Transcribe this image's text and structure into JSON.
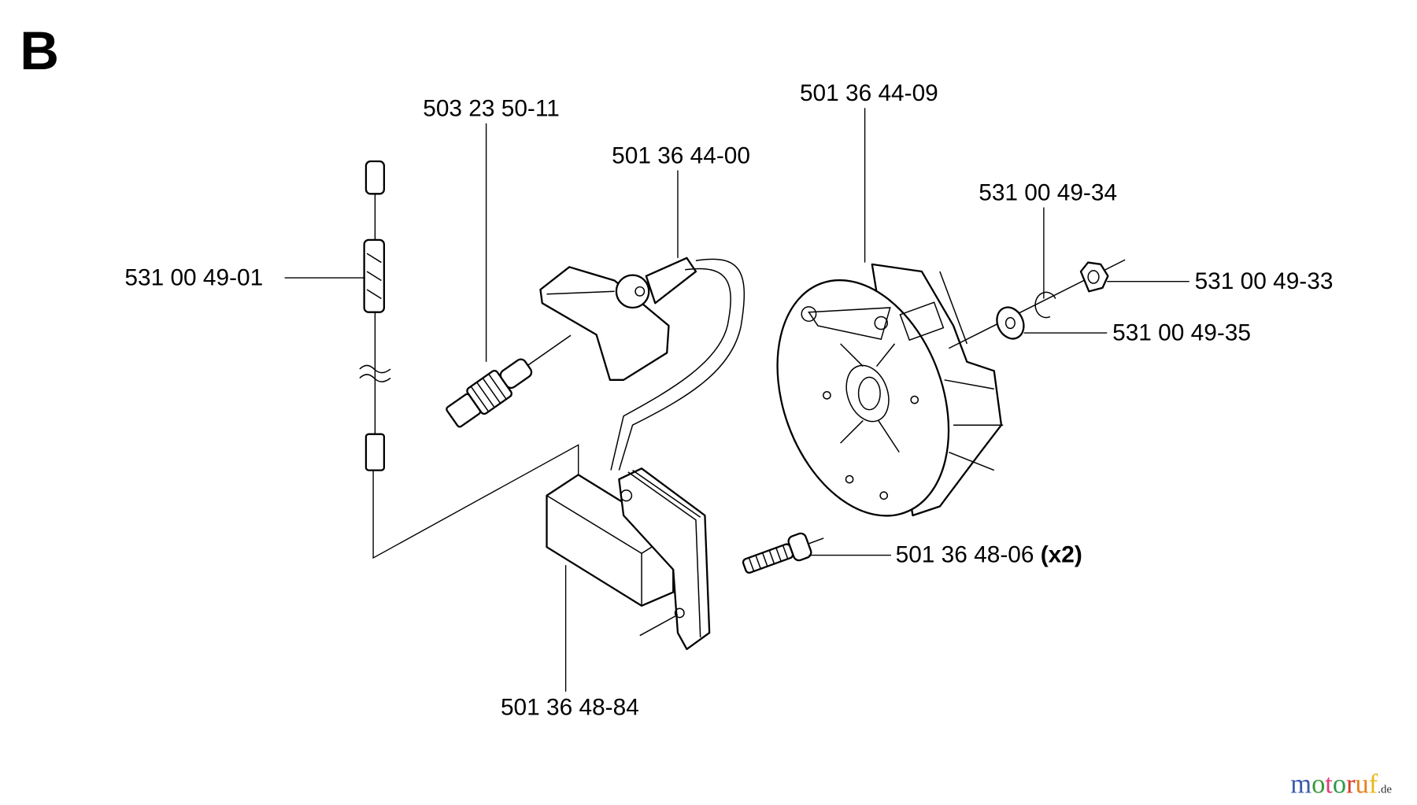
{
  "section_letter": "B",
  "parts": [
    {
      "number": "503 23 50-11",
      "name": "spark-plug"
    },
    {
      "number": "501 36 44-00",
      "name": "spark-plug-boot"
    },
    {
      "number": "501 36 44-09",
      "name": "flywheel"
    },
    {
      "number": "531 00 49-34",
      "name": "circlip"
    },
    {
      "number": "531 00 49-01",
      "name": "short-circuit-cable"
    },
    {
      "number": "531 00 49-33",
      "name": "nut"
    },
    {
      "number": "531 00 49-35",
      "name": "washer"
    },
    {
      "number": "501 36 48-06",
      "qty": "(x2)",
      "name": "screw"
    },
    {
      "number": "501 36 48-84",
      "name": "ignition-module"
    }
  ],
  "watermark": {
    "text": "motoruf",
    "suffix": ".de",
    "colors": [
      "#3b5bab",
      "#3a9a3a",
      "#e0407a",
      "#2f9a4a",
      "#d83a2a",
      "#e8801a",
      "#e8b81a"
    ]
  }
}
